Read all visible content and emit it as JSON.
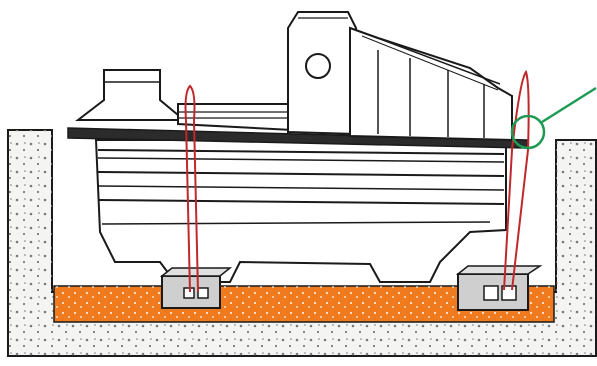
{
  "colors": {
    "outline": "#1a1a1a",
    "concrete_fill": "#f4f4f2",
    "concrete_speckle": "#7a7a7a",
    "gravel_bed": "#f07a1e",
    "gravel_speckle": "#ffffff",
    "tank_fill": "#ffffff",
    "tank_shade": "#e6e6e6",
    "deck_slab": "#2b2b2b",
    "block_fill": "#cfcfcf",
    "strap": "#c0282b",
    "callout": "#1f9a55"
  },
  "parts": {
    "pit_walls": "concrete",
    "bed": "gravel",
    "tank": "septic-tank",
    "anchors": [
      "anchor-block",
      "anchor-block"
    ],
    "tie_downs": [
      "strap",
      "strap"
    ],
    "detail_marker": "callout-circle"
  }
}
